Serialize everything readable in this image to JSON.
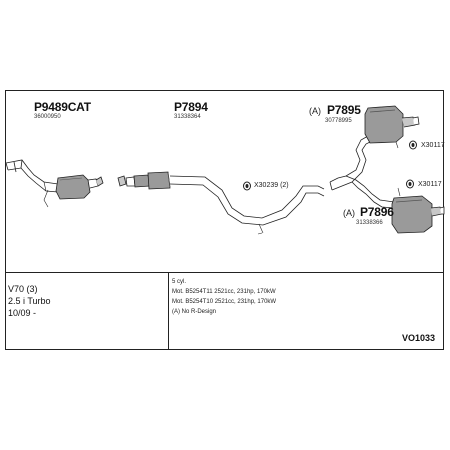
{
  "parts": {
    "p1": {
      "code": "P9489CAT",
      "oem": "36000950"
    },
    "p2": {
      "code": "P7894",
      "oem": "31338364"
    },
    "p3": {
      "prefix": "(A)",
      "code": "P7895",
      "oem": "30778995"
    },
    "p4": {
      "prefix": "(A)",
      "code": "P7896",
      "oem": "31338366"
    }
  },
  "accessories": {
    "a1": "X30239 (2)",
    "a2": "X30117",
    "a3": "X30117"
  },
  "vehicle": {
    "model": "V70 (3)",
    "engine": "2.5 i Turbo",
    "year": "10/09 -"
  },
  "notes": {
    "cyl": "5 cyl.",
    "motor1": "Mot. B5254T11 2521cc, 231hp, 170kW",
    "motor2": "Mot. B5254T10 2521cc, 231hp, 170kW",
    "variant": "(A) No R-Design"
  },
  "kit_code": "VO1033",
  "colors": {
    "line": "#222222",
    "fill": "#9a9a9a",
    "fill_light": "#c8c8c8"
  }
}
